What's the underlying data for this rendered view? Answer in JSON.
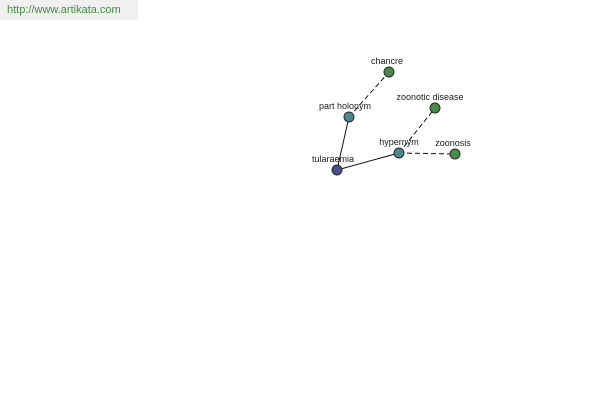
{
  "banner": {
    "url_text": "http://www.artikata.com",
    "link_color": "#3f8f3f"
  },
  "graph": {
    "nodes": [
      {
        "id": "tularaemia",
        "label": "tularaemia",
        "color": "#4a4f86"
      },
      {
        "id": "part_holonym",
        "label": "part holonym",
        "color": "#4a8a8a"
      },
      {
        "id": "chancre",
        "label": "chancre",
        "color": "#4a8a4a"
      },
      {
        "id": "hypernym",
        "label": "hypernym",
        "color": "#4a8a8a"
      },
      {
        "id": "zoonotic_disease",
        "label": "zoonotic disease",
        "color": "#4a8a4a"
      },
      {
        "id": "zoonosis",
        "label": "zoonosis",
        "color": "#4a8a4a"
      }
    ],
    "edges": [
      {
        "from": "tularaemia",
        "to": "part_holonym",
        "style": "solid"
      },
      {
        "from": "tularaemia",
        "to": "hypernym",
        "style": "solid"
      },
      {
        "from": "part_holonym",
        "to": "chancre",
        "style": "dashed"
      },
      {
        "from": "hypernym",
        "to": "zoonotic_disease",
        "style": "dashed"
      },
      {
        "from": "hypernym",
        "to": "zoonosis",
        "style": "dashed"
      }
    ]
  }
}
